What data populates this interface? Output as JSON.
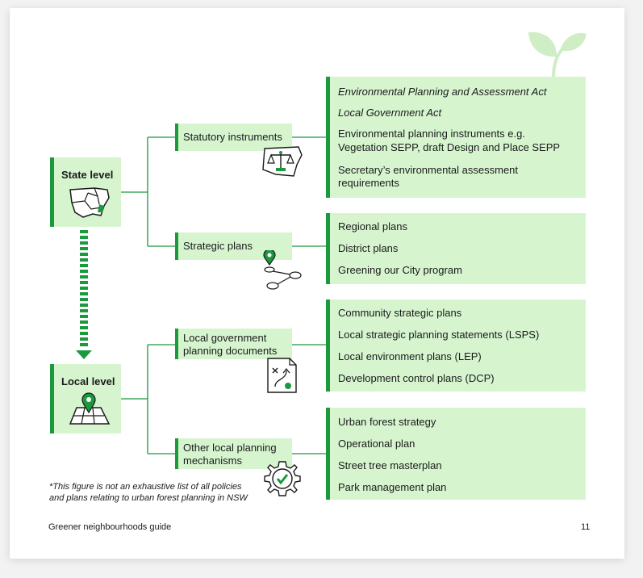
{
  "state_level": {
    "label": "State level",
    "icon": "nsw-map-icon"
  },
  "local_level": {
    "label": "Local level",
    "icon": "map-pin-icon"
  },
  "categories": {
    "statutory": {
      "label": "Statutory instruments",
      "icon": "scales-icon"
    },
    "strategic": {
      "label": "Strategic plans",
      "icon": "route-icon"
    },
    "local_gov": {
      "label_line1": "Local government",
      "label_line2": "planning documents",
      "icon": "planning-document-icon"
    },
    "other_local": {
      "label_line1": "Other local planning",
      "label_line2": "mechanisms",
      "icon": "gear-check-icon"
    }
  },
  "lists": {
    "statutory": [
      "Environmental Planning and Assessment Act",
      "Local Government Act",
      "Environmental planning instruments e.g.",
      "Vegetation SEPP, draft Design and Place SEPP",
      "Secretary’s environmental assessment",
      "requirements"
    ],
    "strategic": [
      "Regional plans",
      "District plans",
      "Greening our City program"
    ],
    "local_gov": [
      "Community strategic plans",
      "Local strategic planning statements (LSPS)",
      "Local environment plans (LEP)",
      "Development control plans (DCP)"
    ],
    "other_local": [
      "Urban forest strategy",
      "Operational plan",
      "Street tree masterplan",
      "Park management plan"
    ]
  },
  "footnote": {
    "line1": "*This figure is not an exhaustive list of all policies",
    "line2": "and plans relating to urban forest planning in NSW"
  },
  "footer": {
    "title": "Greener neighbourhoods guide",
    "page_number": "11"
  },
  "colors": {
    "accent": "#1a9a3c",
    "box_fill": "#d6f5cf",
    "leaf": "#cfeec6"
  }
}
